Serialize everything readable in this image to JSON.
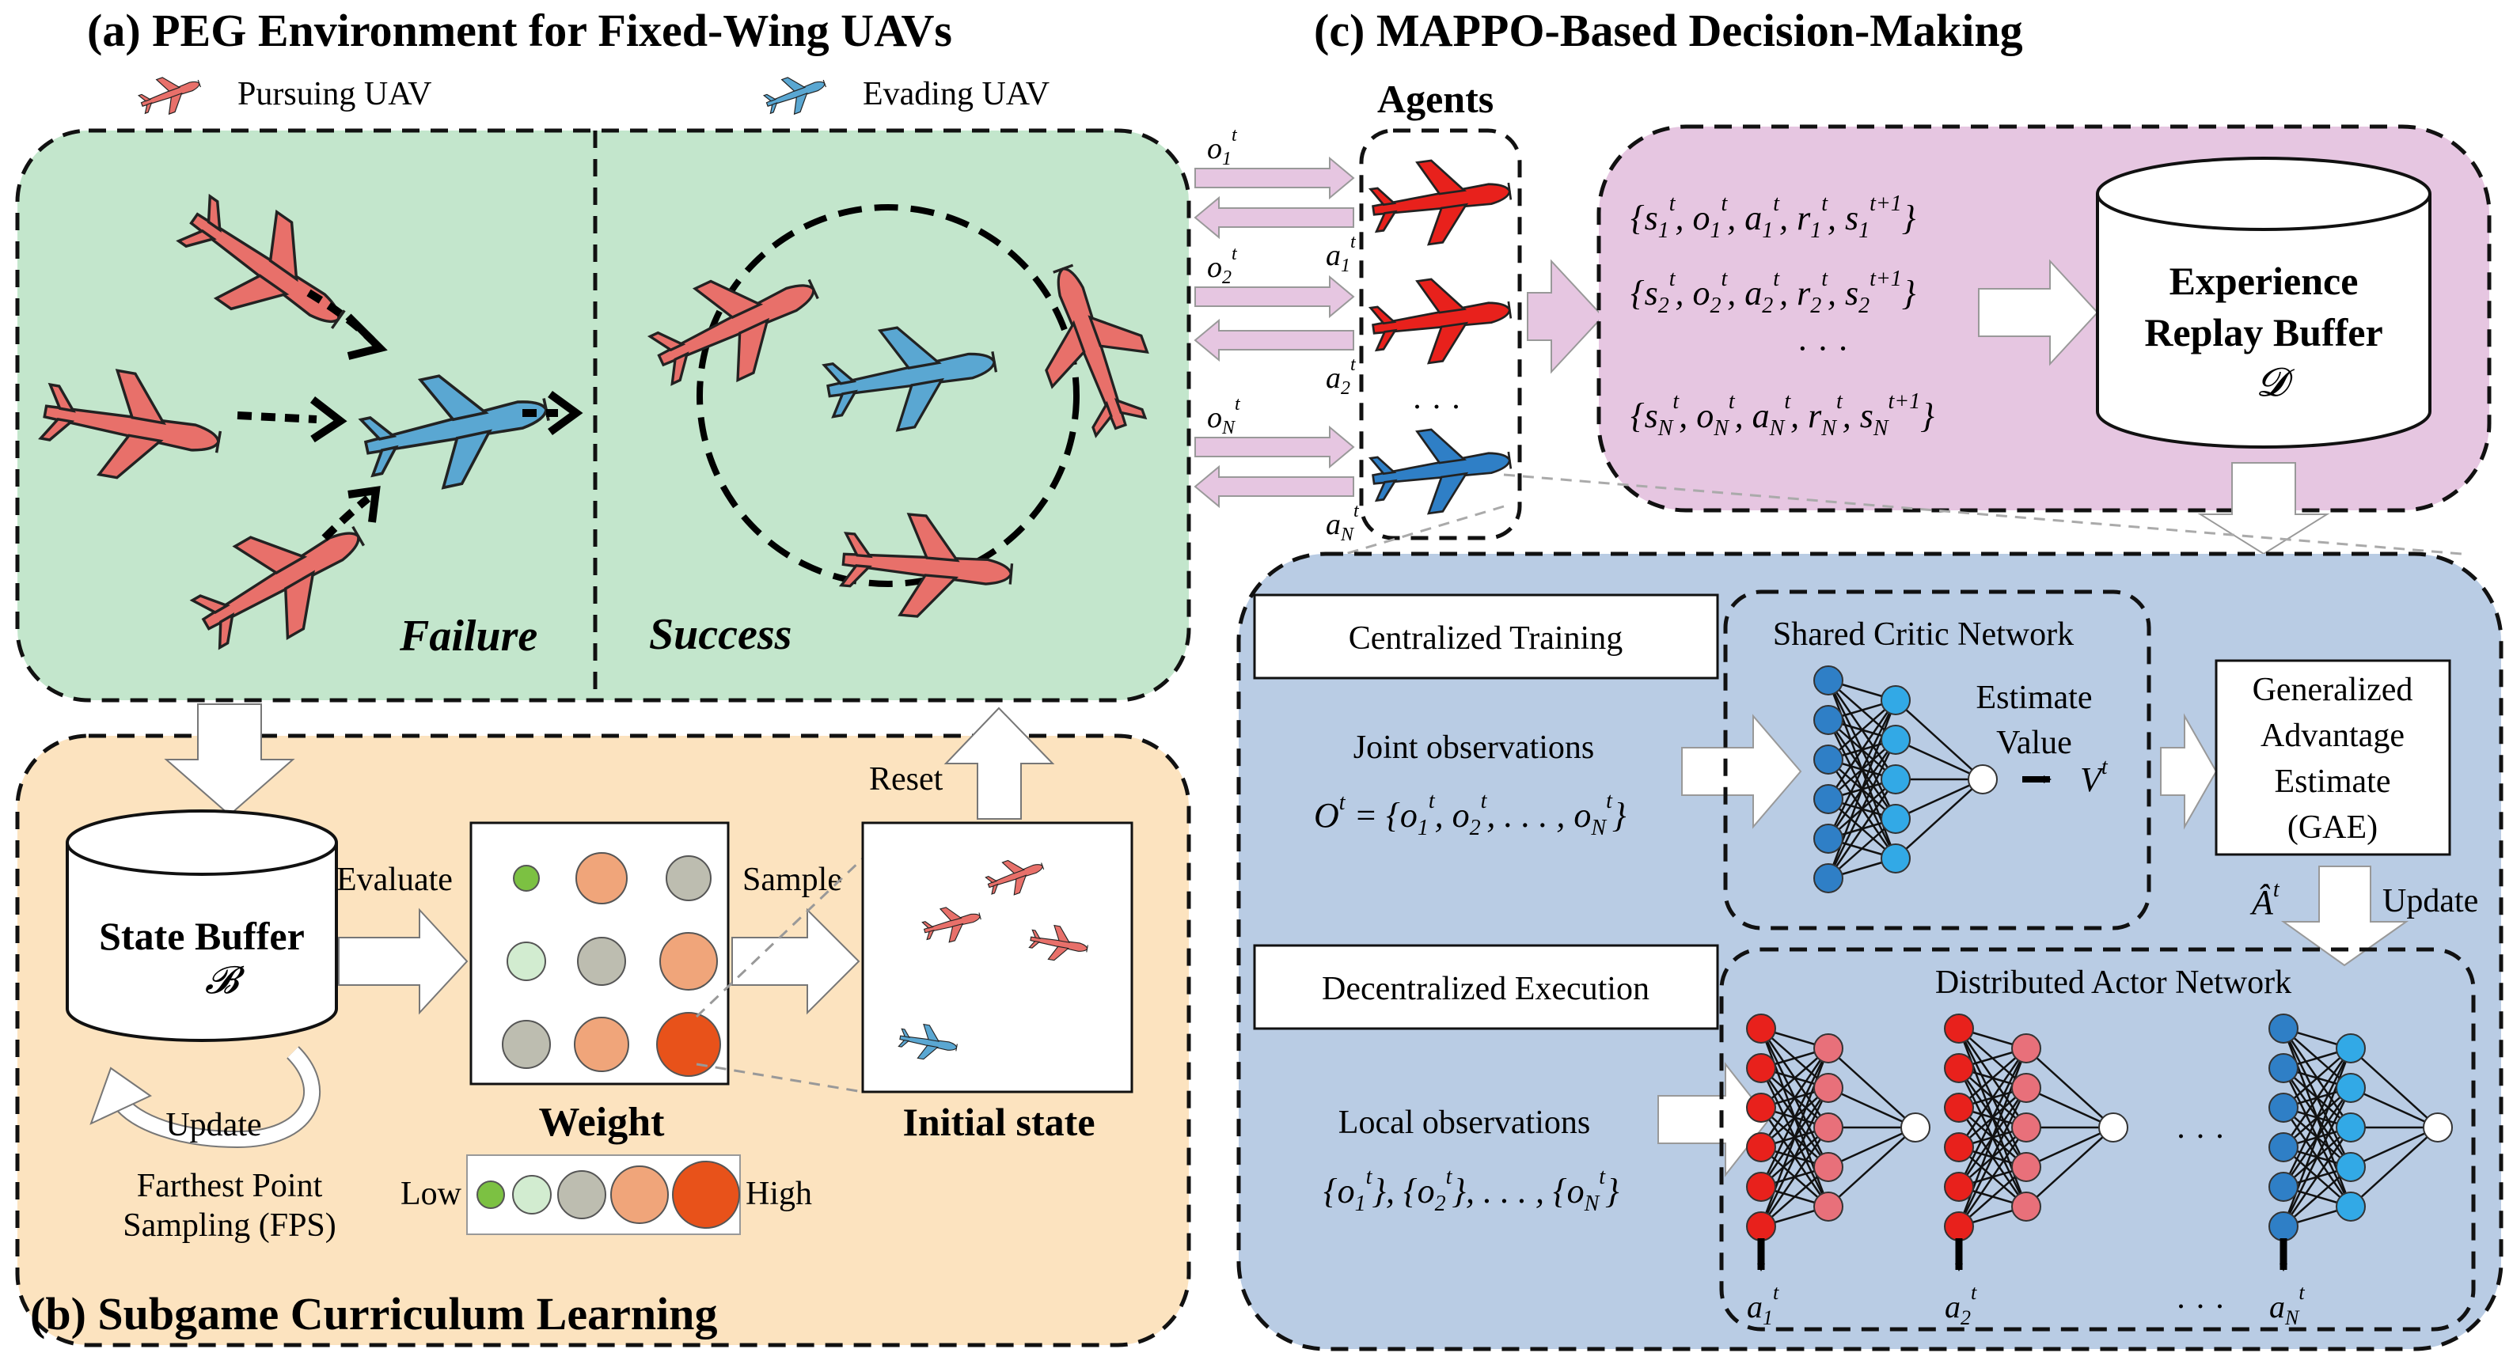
{
  "panel_a": {
    "title": "(a) PEG Environment for Fixed-Wing UAVs",
    "legend_pursuer": "Pursuing UAV",
    "legend_evader": "Evading UAV",
    "failure": "Failure",
    "success": "Success"
  },
  "panel_b": {
    "title": "(b) Subgame Curriculum Learning",
    "state_buffer": "State Buffer",
    "state_buffer_symbol": "𝓑",
    "evaluate": "Evaluate",
    "sample": "Sample",
    "reset": "Reset",
    "weight": "Weight",
    "initial_state": "Initial state",
    "update": "Update",
    "fps_line1": "Farthest Point",
    "fps_line2": "Sampling (FPS)",
    "low": "Low",
    "high": "High"
  },
  "panel_c": {
    "title": "(c) MAPPO-Based Decision-Making",
    "agents": "Agents",
    "obs_1": "o",
    "experience_line1": "Experience",
    "experience_line2": "Replay Buffer",
    "experience_symbol": "𝓓",
    "centralized_training": "Centralized Training",
    "decentralized_execution": "Decentralized Execution",
    "shared_critic": "Shared Critic Network",
    "estimate_value_1": "Estimate",
    "estimate_value_2": "Value",
    "gae_1": "Generalized",
    "gae_2": "Advantage",
    "gae_3": "Estimate",
    "gae_4": "(GAE)",
    "update": "Update",
    "joint_obs": "Joint observations",
    "local_obs": "Local observations",
    "distributed_actor": "Distributed Actor Network",
    "ellipsis": "· · ·"
  },
  "colors": {
    "green_panel": "#c3e6cc",
    "orange_panel": "#fce3bf",
    "purple_panel": "#e6c6e1",
    "blue_panel": "#b9cce4",
    "pursuer": "#e8706a",
    "evader": "#5aa7d2",
    "agent_red": "#e8211c",
    "agent_blue": "#2f7fc6"
  }
}
